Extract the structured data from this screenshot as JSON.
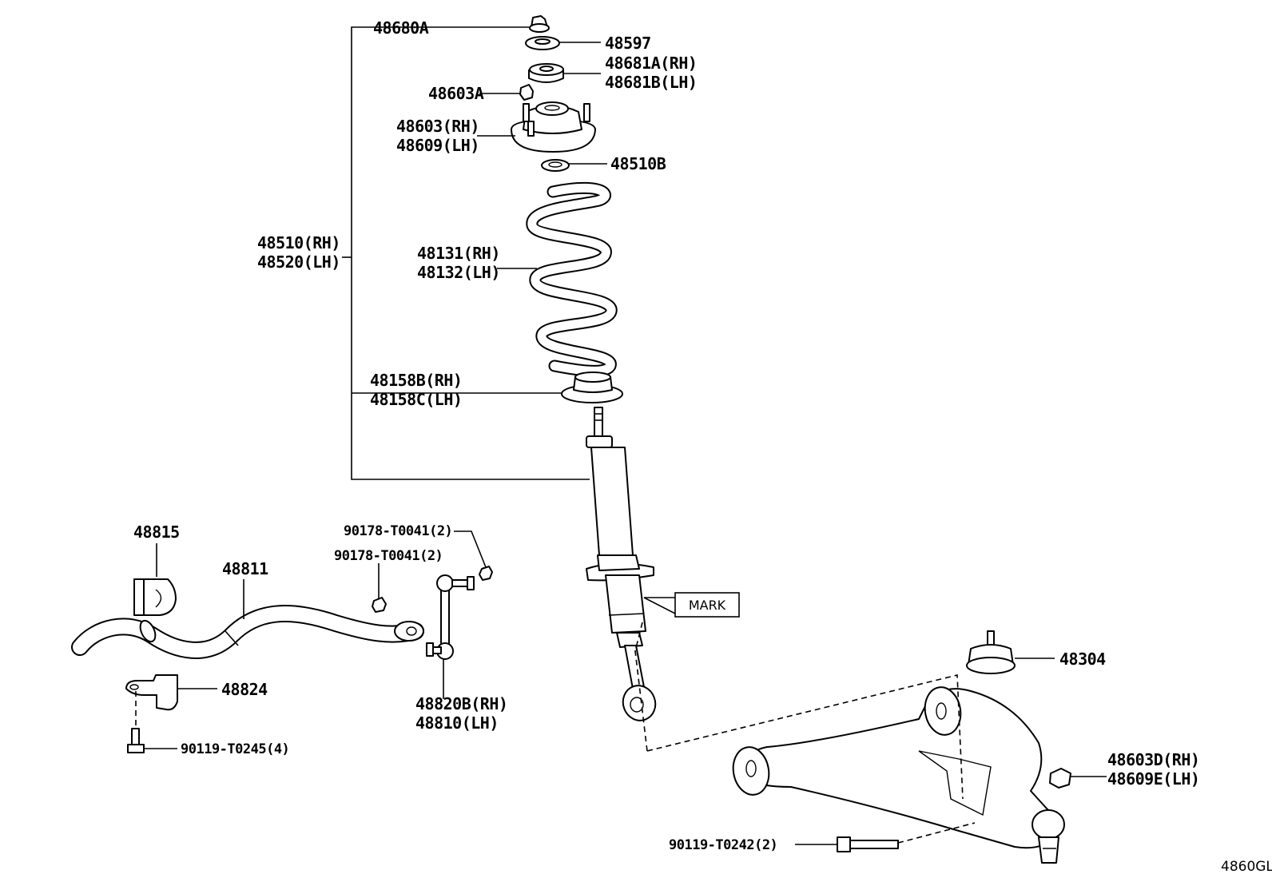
{
  "diagram": {
    "id_code": "4860GL",
    "mark_label": "MARK",
    "labels": {
      "p48680A": "48680A",
      "p48597": "48597",
      "p48681A": "48681A(RH)",
      "p48681B": "48681B(LH)",
      "p48603A": "48603A",
      "p48603": "48603(RH)",
      "p48609": "48609(LH)",
      "p48510B": "48510B",
      "p48510": "48510(RH)",
      "p48520": "48520(LH)",
      "p48131": "48131(RH)",
      "p48132": "48132(LH)",
      "p48158B": "48158B(RH)",
      "p48158C": "48158C(LH)",
      "p48815": "48815",
      "p48811": "48811",
      "p90178a": "90178-T0041(2)",
      "p90178b": "90178-T0041(2)",
      "p48824": "48824",
      "p90119_0245": "90119-T0245(4)",
      "p48820B": "48820B(RH)",
      "p48810": "48810(LH)",
      "p48304": "48304",
      "p48603D": "48603D(RH)",
      "p48609E": "48609E(LH)",
      "p90119_0242": "90119-T0242(2)"
    }
  }
}
